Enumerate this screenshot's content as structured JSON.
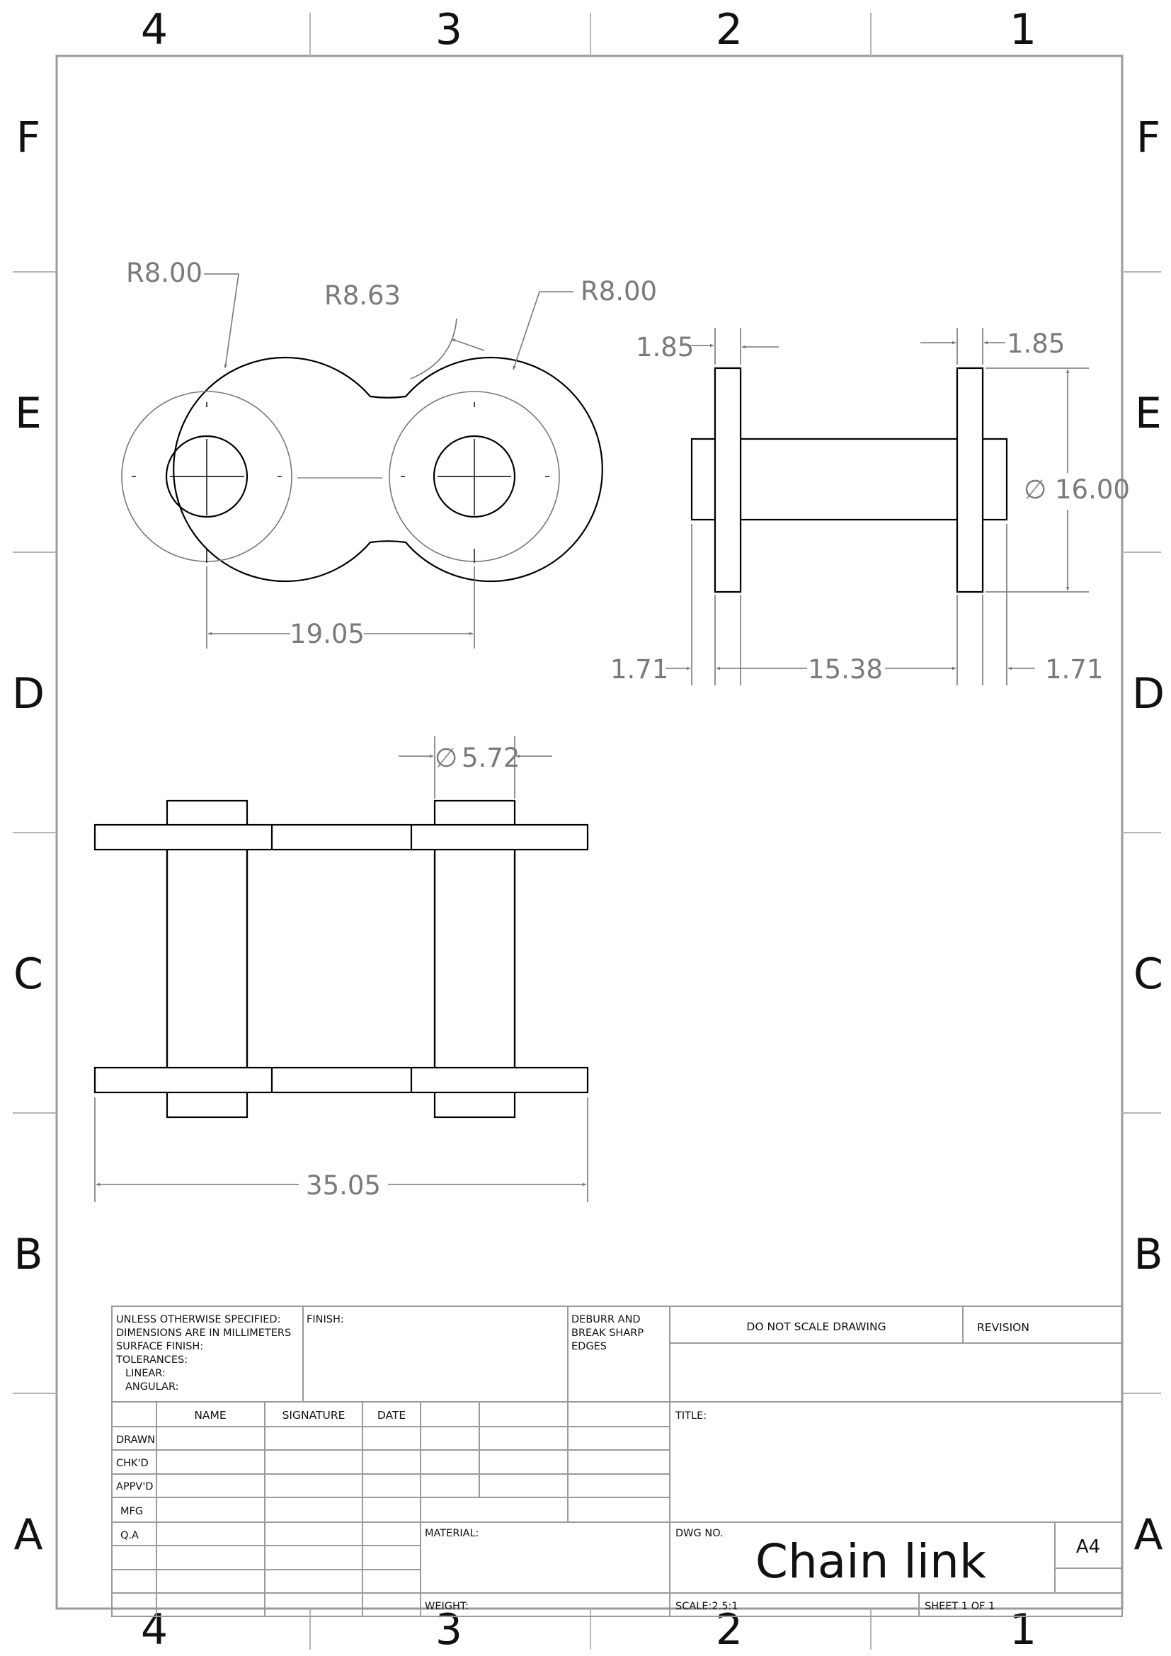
{
  "zones": {
    "columns": [
      "4",
      "3",
      "2",
      "1"
    ],
    "rows": [
      "F",
      "E",
      "D",
      "C",
      "B",
      "A"
    ]
  },
  "dimensions": {
    "front_left_radius": "R8.00",
    "front_waist_radius": "R8.63",
    "front_right_radius": "R8.00",
    "front_pitch": "19.05",
    "side_plate_left": "1.85",
    "side_plate_right": "1.85",
    "side_diameter": "16.00",
    "side_overhang_left": "1.71",
    "side_inner_width": "15.38",
    "side_overhang_right": "1.71",
    "top_pin_diameter": "5.72",
    "top_overall_width": "35.05",
    "diameter_symbol": "∅"
  },
  "title_block": {
    "general_notes": [
      "UNLESS OTHERWISE SPECIFIED:",
      "DIMENSIONS ARE IN MILLIMETERS",
      "SURFACE FINISH:",
      "TOLERANCES:",
      "LINEAR:",
      "ANGULAR:"
    ],
    "finish_label": "FINISH:",
    "deburr_note": [
      "DEBURR AND",
      "BREAK SHARP",
      "EDGES"
    ],
    "do_not_scale": "DO NOT SCALE DRAWING",
    "revision_label": "REVISION",
    "column_headers": [
      "NAME",
      "SIGNATURE",
      "DATE"
    ],
    "row_labels": [
      "DRAWN",
      "CHK'D",
      "APPV'D",
      "MFG",
      "Q.A"
    ],
    "title_label": "TITLE:",
    "material_label": "MATERIAL:",
    "weight_label": "WEIGHT:",
    "dwg_no_label": "DWG NO.",
    "drawing_title": "Chain link",
    "sheet_size": "A4",
    "scale_label": "SCALE:2.5:1",
    "sheet_label": "SHEET 1 OF 1"
  }
}
